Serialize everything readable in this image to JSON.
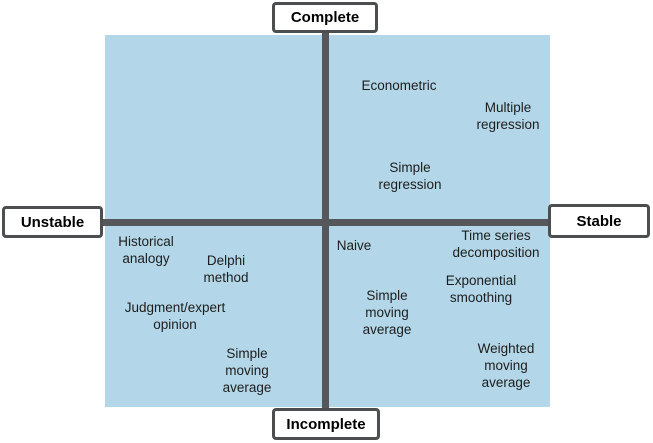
{
  "axes": {
    "top": "Complete",
    "bottom": "Incomplete",
    "left": "Unstable",
    "right": "Stable"
  },
  "methods": [
    {
      "id": "econometric",
      "quadrant": "complete-stable",
      "label": "Econometric"
    },
    {
      "id": "multiple-regression",
      "quadrant": "complete-stable",
      "label": "Multiple\nregression"
    },
    {
      "id": "simple-regression",
      "quadrant": "complete-stable",
      "label": "Simple\nregression"
    },
    {
      "id": "historical-analogy",
      "quadrant": "incomplete-unstable",
      "label": "Historical\nanalogy"
    },
    {
      "id": "delphi-method",
      "quadrant": "incomplete-unstable",
      "label": "Delphi\nmethod"
    },
    {
      "id": "judgment-expert-opinion",
      "quadrant": "incomplete-unstable",
      "label": "Judgment/expert\nopinion"
    },
    {
      "id": "simple-moving-average-1",
      "quadrant": "incomplete-unstable",
      "label": "Simple\nmoving\naverage"
    },
    {
      "id": "naive",
      "quadrant": "incomplete-stable",
      "label": "Naive"
    },
    {
      "id": "time-series-decomposition",
      "quadrant": "incomplete-stable",
      "label": "Time series\ndecomposition"
    },
    {
      "id": "exponential-smoothing",
      "quadrant": "incomplete-stable",
      "label": "Exponential\nsmoothing"
    },
    {
      "id": "simple-moving-average-2",
      "quadrant": "incomplete-stable",
      "label": "Simple\nmoving\naverage"
    },
    {
      "id": "weighted-moving-average",
      "quadrant": "incomplete-stable",
      "label": "Weighted\nmoving\naverage"
    }
  ],
  "colors": {
    "quadrant_fill": "#b3d7e8",
    "axis_line": "#56575a",
    "label_box_border": "#4d4e50",
    "label_box_fill": "#ffffff",
    "text": "#1d1d1d"
  }
}
